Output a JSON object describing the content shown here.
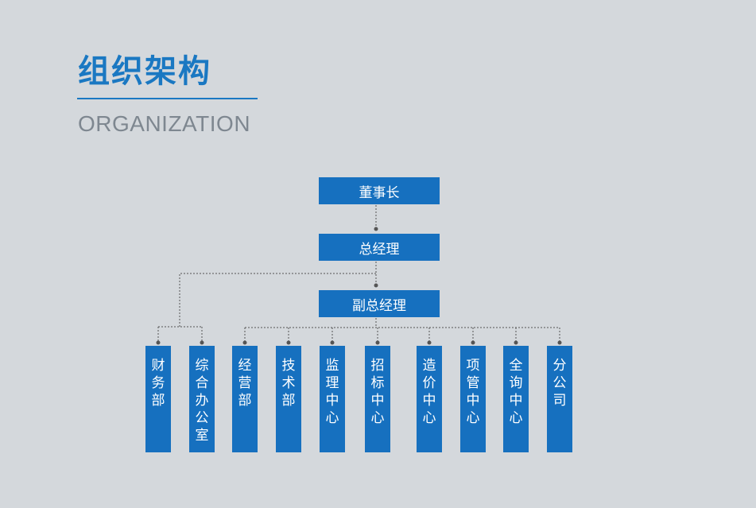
{
  "header": {
    "title": "组织架构",
    "subtitle": "ORGANIZATION"
  },
  "colors": {
    "accent": "#1a78c2",
    "box": "#1670bf",
    "background": "#d4d8dc",
    "connector": "#555555"
  },
  "org": {
    "chairman": "董事长",
    "general_manager": "总经理",
    "deputy_general_manager": "副总经理",
    "departments": [
      "财务部",
      "综合办公室",
      "经营部",
      "技术部",
      "监理中心",
      "招标中心",
      "造价中心",
      "项管中心",
      "全询中心",
      "分公司"
    ]
  }
}
